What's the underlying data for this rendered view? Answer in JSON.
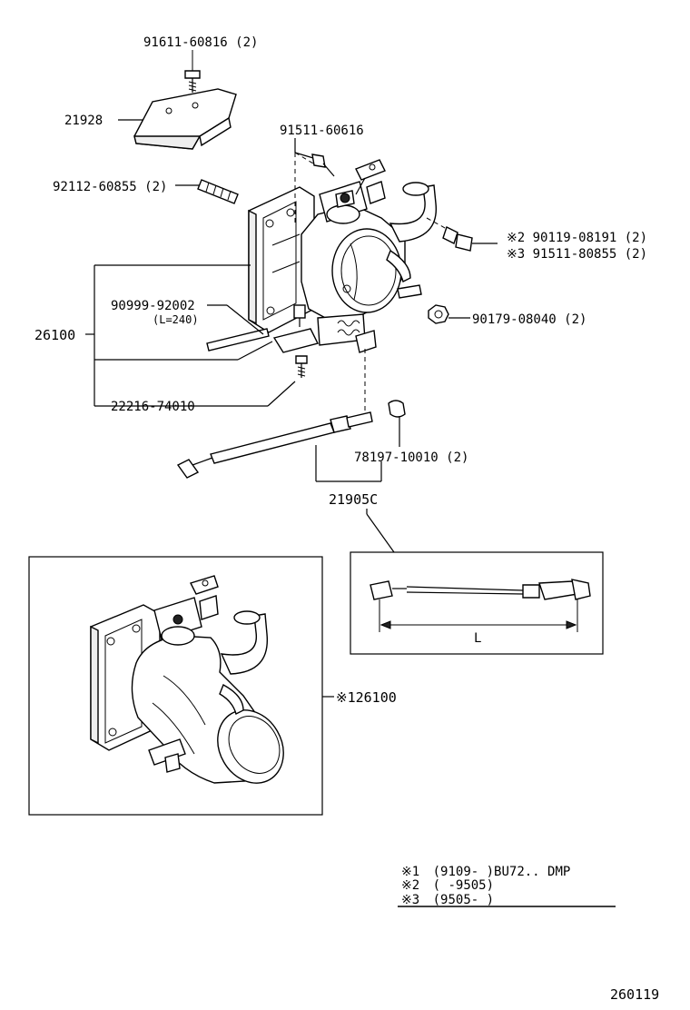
{
  "labels": {
    "bolt_top": "91611-60816 (2)",
    "bracket": "21928",
    "bolt_mid": "91511-60616",
    "stud": "92112-60855 (2)",
    "bolt_side_a": "※2  90119-08191 (2)",
    "bolt_side_b": "※3  91511-80855 (2)",
    "body_assy": "26100",
    "hose": "90999-92002",
    "hose_length": "(L=240)",
    "nut": "90179-08040 (2)",
    "screw": "22216-74010",
    "clamp": "78197-10010 (2)",
    "cable": "21905C",
    "alt_body": "※126100",
    "detail_dimension": "L",
    "figure_number": "260119"
  },
  "notes": [
    {
      "mark": "※1",
      "text": "(9109-       )BU72.. DMP"
    },
    {
      "mark": "※2",
      "text": "(       -9505)"
    },
    {
      "mark": "※3",
      "text": "(9505-       )"
    }
  ]
}
